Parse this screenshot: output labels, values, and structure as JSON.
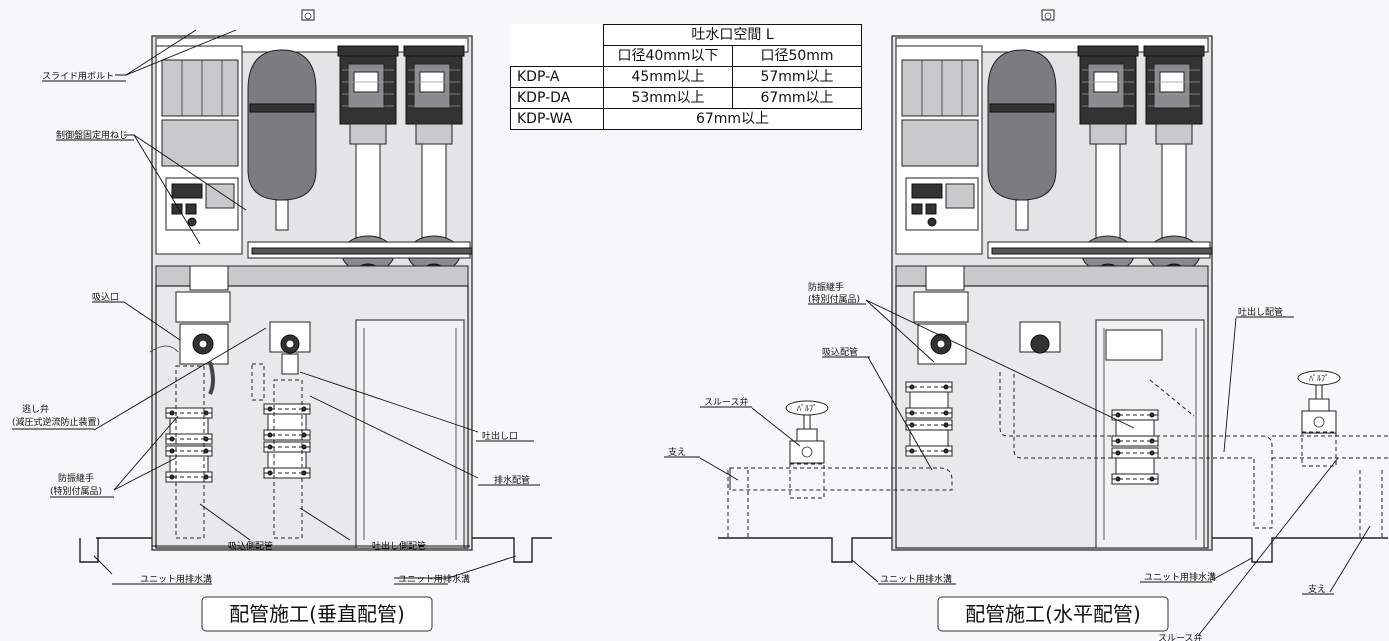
{
  "spec_table": {
    "title": "吐水口空間 L",
    "columns": [
      "口径40mm以下",
      "口径50mm"
    ],
    "rows": [
      {
        "model": "KDP-A",
        "values": [
          "45mm以上",
          "57mm以上"
        ]
      },
      {
        "model": "KDP-DA",
        "values": [
          "53mm以上",
          "67mm以上"
        ]
      },
      {
        "model": "KDP-WA",
        "merged_value": "67mm以上"
      }
    ]
  },
  "left_view": {
    "title": "配管施工(垂直配管)",
    "labels": {
      "slide_bolt": "スライド用ボルト",
      "panel_screw": "制御盤固定用ねじ",
      "suction_port": "吸込口",
      "relief_valve_1": "逃し弁",
      "relief_valve_2": "(減圧式逆流防止装置)",
      "vib_joint_1": "防振継手",
      "vib_joint_2": "(特別付属品)",
      "discharge_port": "吐出し口",
      "drain_pipe": "排水配管",
      "suction_side_pipe": "吸込側配管",
      "discharge_side_pipe": "吐出し側配管",
      "drain_ditch_left": "ユニット用排水溝",
      "drain_ditch_right": "ユニット用排水溝"
    }
  },
  "right_view": {
    "title": "配管施工(水平配管)",
    "labels": {
      "vib_joint_1": "防振継手",
      "vib_joint_2": "(特別付属品)",
      "suction_pipe": "吸込配管",
      "sluice_valve_left": "スルース弁",
      "support_left": "支え",
      "discharge_pipe": "吐出し配管",
      "drain_ditch_left": "ユニット用排水溝",
      "drain_ditch_right": "ユニット用排水溝",
      "support_right": "支え",
      "sluice_valve_bottom": "スルース弁"
    }
  }
}
